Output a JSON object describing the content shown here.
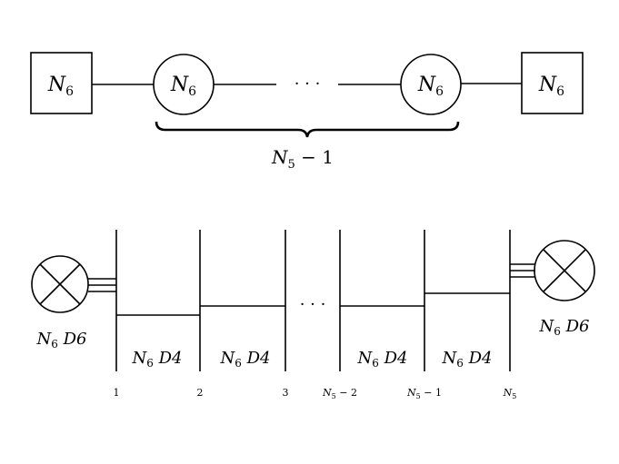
{
  "quiver": {
    "left_box": {
      "name": "N",
      "sub": "6"
    },
    "nodes": [
      {
        "name": "N",
        "sub": "6"
      },
      {
        "name": "N",
        "sub": "6"
      }
    ],
    "ellipsis": "· · ·",
    "right_box": {
      "name": "N",
      "sub": "6"
    },
    "brace_label": {
      "name": "N",
      "sub": "5",
      "rest": " − 1"
    }
  },
  "brane": {
    "left_orbifold": {
      "name": "N",
      "sub": "6",
      "rest": " D6"
    },
    "right_orbifold": {
      "name": "N",
      "sub": "6",
      "rest": " D6"
    },
    "segment_labels": [
      {
        "name": "N",
        "sub": "6",
        "rest": " D4"
      },
      {
        "name": "N",
        "sub": "6",
        "rest": " D4"
      },
      {
        "name": "N",
        "sub": "6",
        "rest": " D4"
      },
      {
        "name": "N",
        "sub": "6",
        "rest": " D4"
      }
    ],
    "ellipsis": "· · ·",
    "ns5_labels": [
      {
        "name": "1",
        "sub": "",
        "rest": ""
      },
      {
        "name": "2",
        "sub": "",
        "rest": ""
      },
      {
        "name": "3",
        "sub": "",
        "rest": ""
      },
      {
        "name": "N",
        "sub": "5",
        "rest": " − 2"
      },
      {
        "name": "N",
        "sub": "5",
        "rest": " − 1"
      },
      {
        "name": "N",
        "sub": "5",
        "rest": ""
      }
    ]
  }
}
